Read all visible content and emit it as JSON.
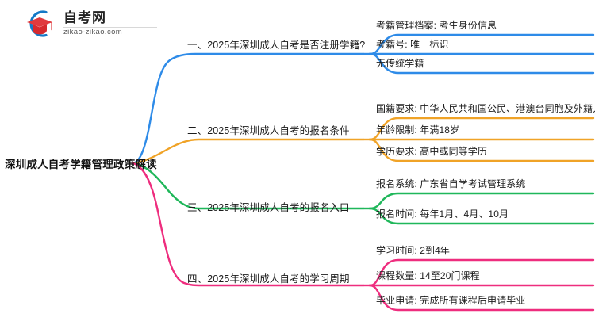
{
  "logo": {
    "name_cn": "自考网",
    "url": "zikao-zikao.com",
    "mark_arc_color": "#1479C6",
    "mark_cap_color": "#E03A3E"
  },
  "mindmap": {
    "root": {
      "label": "深圳成人自考学籍管理政策解读"
    },
    "branches": [
      {
        "id": "branch-1",
        "label": "一、2025年深圳成人自考是否注册学籍?",
        "color": "#2E8BE8",
        "leaves": [
          {
            "label": "考籍管理档案: 考生身份信息"
          },
          {
            "label": "考籍号: 唯一标识"
          },
          {
            "label": "无传统学籍"
          }
        ]
      },
      {
        "id": "branch-2",
        "label": "二、2025年深圳成人自考的报名条件",
        "color": "#F0A327",
        "leaves": [
          {
            "label": "国籍要求: 中华人民共和国公民、港澳台同胞及外籍人士"
          },
          {
            "label": "年龄限制: 年满18岁"
          },
          {
            "label": "学历要求: 高中或同等学历"
          }
        ]
      },
      {
        "id": "branch-3",
        "label": "三、2025年深圳成人自考的报名入口",
        "color": "#1FB75A",
        "leaves": [
          {
            "label": "报名系统: 广东省自学考试管理系统"
          },
          {
            "label": "报名时间: 每年1月、4月、10月"
          }
        ]
      },
      {
        "id": "branch-4",
        "label": "四、2025年深圳成人自考的学习周期",
        "color": "#EE2D7E",
        "leaves": [
          {
            "label": "学习时间: 2到4年"
          },
          {
            "label": "课程数量: 14至20门课程"
          },
          {
            "label": "毕业申请: 完成所有课程后申请毕业"
          }
        ]
      }
    ]
  }
}
